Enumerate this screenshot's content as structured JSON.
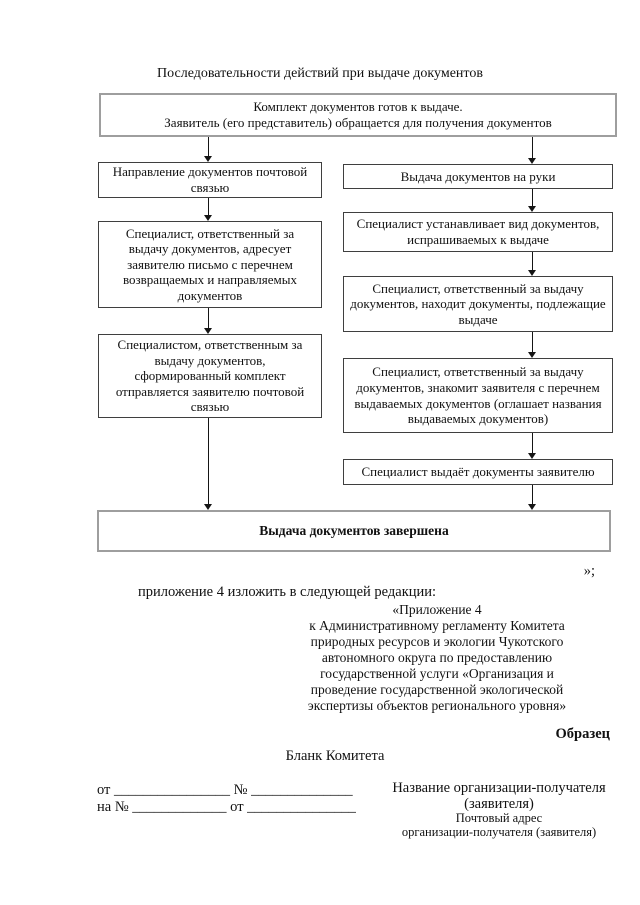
{
  "page": {
    "title": "Последовательности действий при выдаче документов",
    "flowchart": {
      "top_box": "Комплект документов готов к выдаче.\nЗаявитель (его представитель) обращается для получения документов",
      "left_box_1": "Направление документов почтовой\nсвязью",
      "left_box_2": "Специалист, ответственный за\nвыдачу документов, адресует\nзаявителю письмо с перечнем\nвозвращаемых и направляемых\nдокументов",
      "left_box_3": "Специалистом, ответственным за\nвыдачу документов,\nсформированный комплект\nотправляется заявителю почтовой\nсвязью",
      "right_box_1": "Выдача документов на руки",
      "right_box_2": "Специалист устанавливает вид документов,\nиспрашиваемых к выдаче",
      "right_box_3": "Специалист, ответственный за выдачу\nдокументов, находит документы, подлежащие\nвыдаче",
      "right_box_4": "Специалист, ответственный за выдачу\nдокументов, знакомит заявителя с перечнем\nвыдаваемых документов (оглашает названия\nвыдаваемых документов)",
      "right_box_5": "Специалист выдаёт документы заявителю",
      "final_box": "Выдача документов завершена"
    },
    "closing_quote": "»;",
    "amendment_intro": "приложение 4 изложить в следующей редакции:",
    "appendix_reference": "«Приложение 4\nк Административному регламенту Комитета\nприродных ресурсов и экологии Чукотского\nавтономного округа по предоставлению\nгосударственной услуги «Организация и\nпроведение государственной экологической\nэкспертизы объектов регионального уровня»",
    "sample_label": "Образец",
    "letterhead_label": "Бланк Комитета",
    "letter_fields": {
      "line_1": "от ________________ № ______________",
      "line_2": "на № _____________ от _______________"
    },
    "recipient_name": "Название организации-получателя\n(заявителя)",
    "recipient_address": "Почтовый адрес\nорганизации-получателя (заявителя)"
  }
}
